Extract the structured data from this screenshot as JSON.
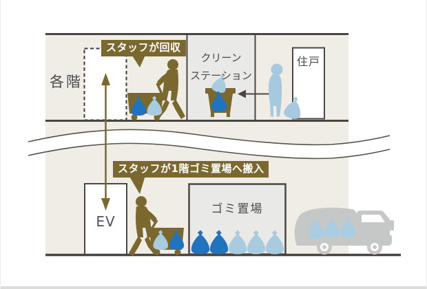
{
  "diagram": {
    "title_meaning": "building-garbage-collection-flow",
    "upper_floor": {
      "floor_label": "各階",
      "callout_staff_collect": "スタッフが回収",
      "clean_station_line1": "クリーン",
      "clean_station_line2": "ステーション",
      "residence_label": "住戸"
    },
    "lower_floor": {
      "callout_staff_carry": "スタッフが1階ゴミ置場へ搬入",
      "elevator_label": "EV",
      "garbage_room_label": "ゴミ置場"
    },
    "icons": {
      "staff_icon": "olive person pushing garbage cart",
      "resident_icon": "light-blue person carrying garbage bag",
      "garbage_bag_icon": "tied garbage bag",
      "trash_bin_icon": "olive collection bin",
      "cart_icon": "olive wheeled cart",
      "garbage_truck_icon": "gray garbage truck with bags",
      "up_down_arrow_icon": "elevator travel arrow",
      "left_arrow_icon": "resident to station arrow",
      "break_wave_icon": "floor break wavy band"
    },
    "colors": {
      "accent_olive": "#7a682e",
      "bag_dark_blue": "#2273bd",
      "bag_light_blue": "#a9cbe0",
      "resident_blue": "#a6c9df",
      "building_beige": "#efede5",
      "room_gray": "#e9e9e8",
      "line_dark": "#4c4744",
      "truck_gray": "#c6c8c7",
      "text_gray": "#4b4b4b"
    }
  }
}
